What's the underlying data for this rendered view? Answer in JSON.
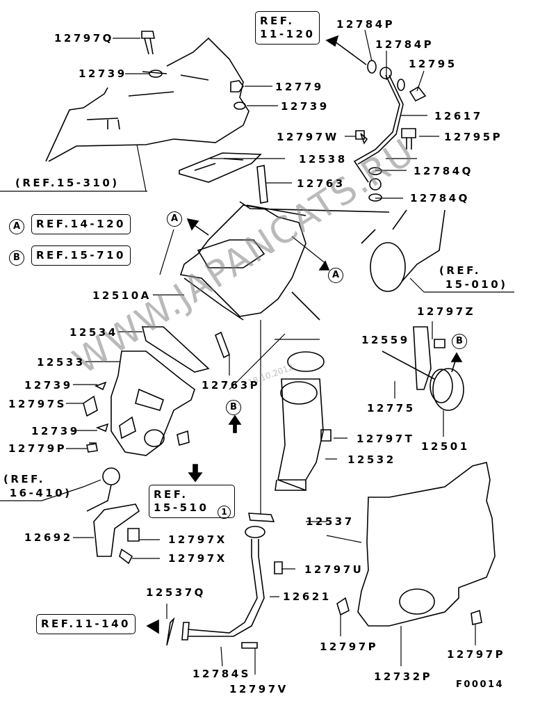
{
  "diagram": {
    "title": "Turbocharger assembly exploded parts diagram",
    "figure_code": "F00014",
    "watermark": "WWW.JAPANCATS.RU",
    "watermark_date": "18.10.2012",
    "part_labels": [
      "12797Q",
      "12739",
      "12779",
      "12739",
      "12538",
      "12763",
      "12784P",
      "12784P",
      "12795",
      "12617",
      "12797W",
      "12795P",
      "12784Q",
      "12784Q",
      "12510A",
      "12534",
      "12533",
      "12739",
      "12797S",
      "12739",
      "12779P",
      "12763P",
      "12559",
      "12797Z",
      "12775",
      "12501",
      "12797T",
      "12532",
      "12537",
      "12692",
      "12797X",
      "12797X",
      "12797U",
      "12621",
      "12537Q",
      "12784S",
      "12797V",
      "12797P",
      "12797P",
      "12732P"
    ],
    "references": {
      "ref_15_310": "(REF.15-310)",
      "ref_11_120": "REF.\n11-120",
      "ref_14_120": "REF.14-120",
      "ref_15_710": "REF.15-710",
      "ref_15_010": "(REF.\n 15-010)",
      "ref_16_410": "(REF.\n 16-410)",
      "ref_15_510": "REF.\n15-510",
      "ref_11_140": "REF.11-140"
    },
    "markers": {
      "a": "A",
      "b": "B",
      "one": "1"
    }
  }
}
